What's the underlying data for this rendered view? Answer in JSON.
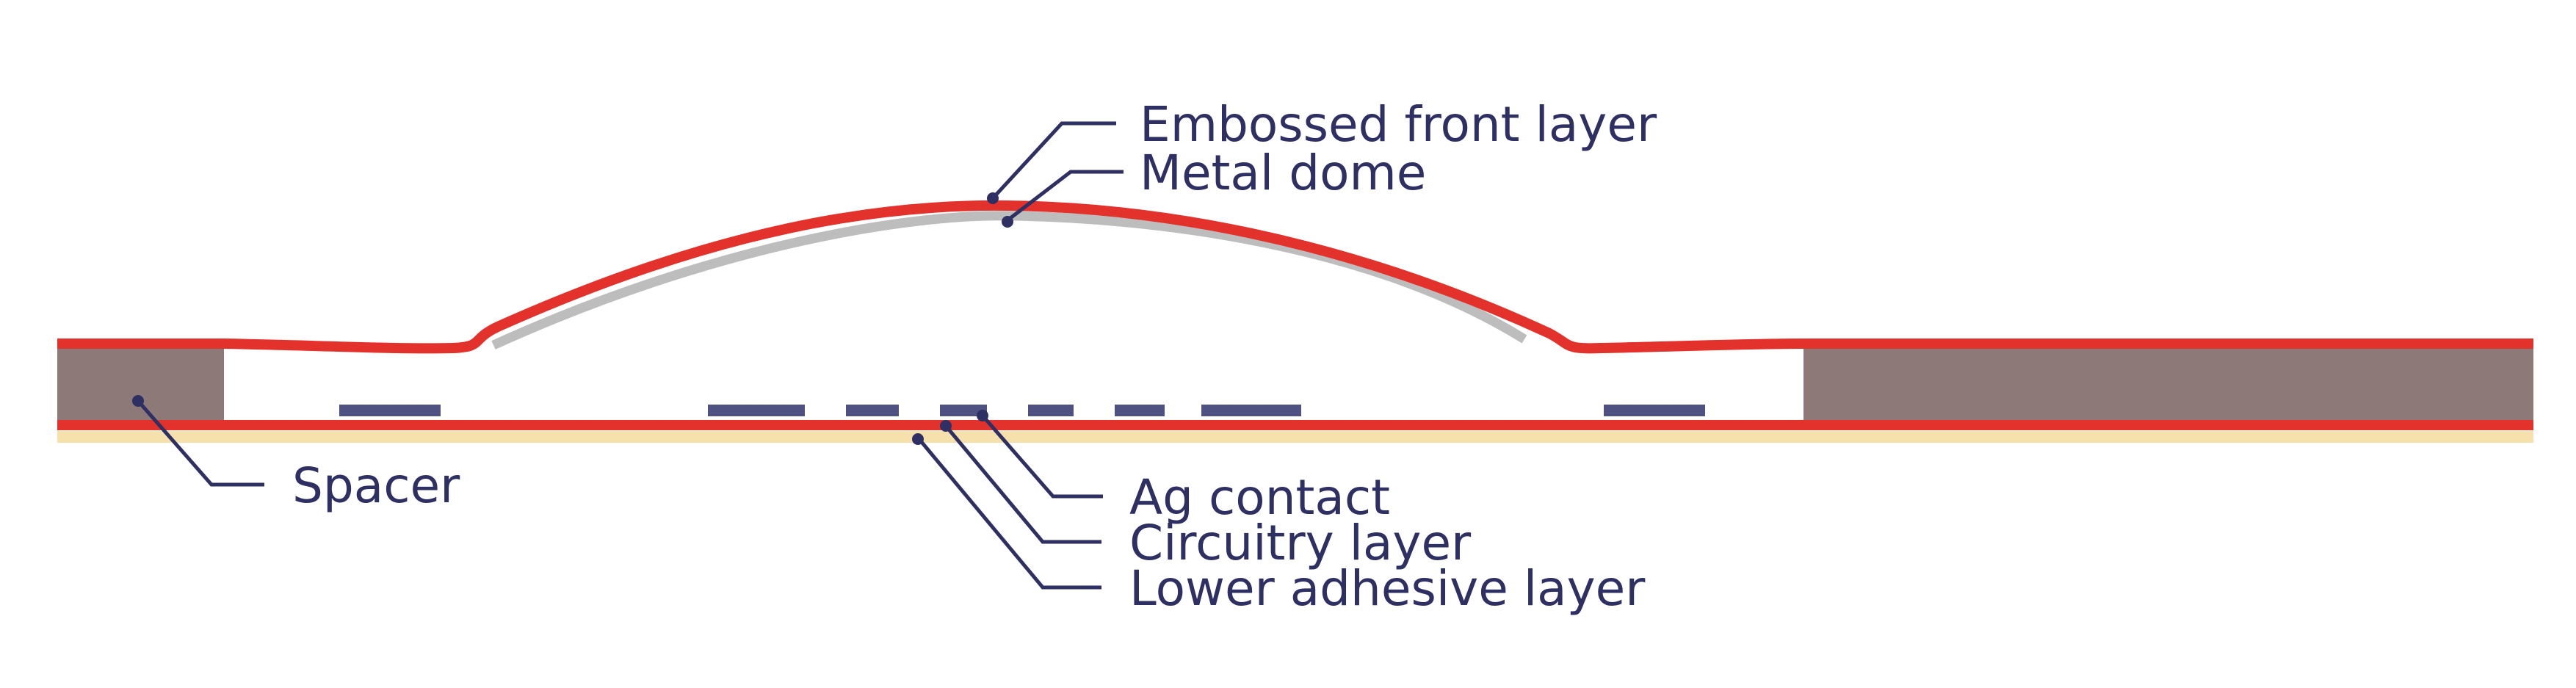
{
  "labels": {
    "embossed_front_layer": "Embossed front layer",
    "metal_dome": "Metal dome",
    "spacer": "Spacer",
    "ag_contact": "Ag contact",
    "circuitry_layer": "Circuitry layer",
    "lower_adhesive_layer": "Lower adhesive layer"
  },
  "colors": {
    "front_layer": "#e3312b",
    "metal_dome": "#bdbdbd",
    "spacer": "#8d7a78",
    "circuitry": "#e3312b",
    "adhesive": "#f6e1ad",
    "contact": "#4e5181",
    "leader": "#2e2f63",
    "text": "#2e2f63"
  }
}
